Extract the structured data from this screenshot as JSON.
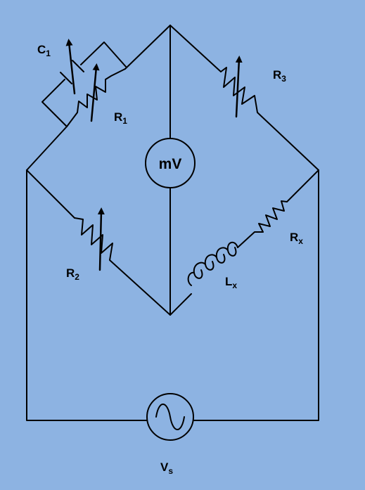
{
  "background_color": "#8db3e2",
  "line_color": "#000000",
  "labels": {
    "c1": {
      "main": "C",
      "sub": "1"
    },
    "r1": {
      "main": "R",
      "sub": "1"
    },
    "r2": {
      "main": "R",
      "sub": "2"
    },
    "r3": {
      "main": "R",
      "sub": "3"
    },
    "rx": {
      "main": "R",
      "sub": "x"
    },
    "lx": {
      "main": "L",
      "sub": "x"
    },
    "vs": {
      "main": "V",
      "sub": "s"
    }
  },
  "meter": {
    "text": "mV"
  },
  "source": {
    "glyph": "∼"
  },
  "components": [
    {
      "name": "variable-capacitor",
      "icon": "variable-capacitor-icon"
    },
    {
      "name": "variable-resistor",
      "icon": "variable-resistor-icon"
    },
    {
      "name": "resistor",
      "icon": "resistor-icon"
    },
    {
      "name": "inductor",
      "icon": "inductor-icon"
    },
    {
      "name": "voltmeter",
      "icon": "voltmeter-icon"
    },
    {
      "name": "ac-source",
      "icon": "ac-source-icon"
    }
  ]
}
